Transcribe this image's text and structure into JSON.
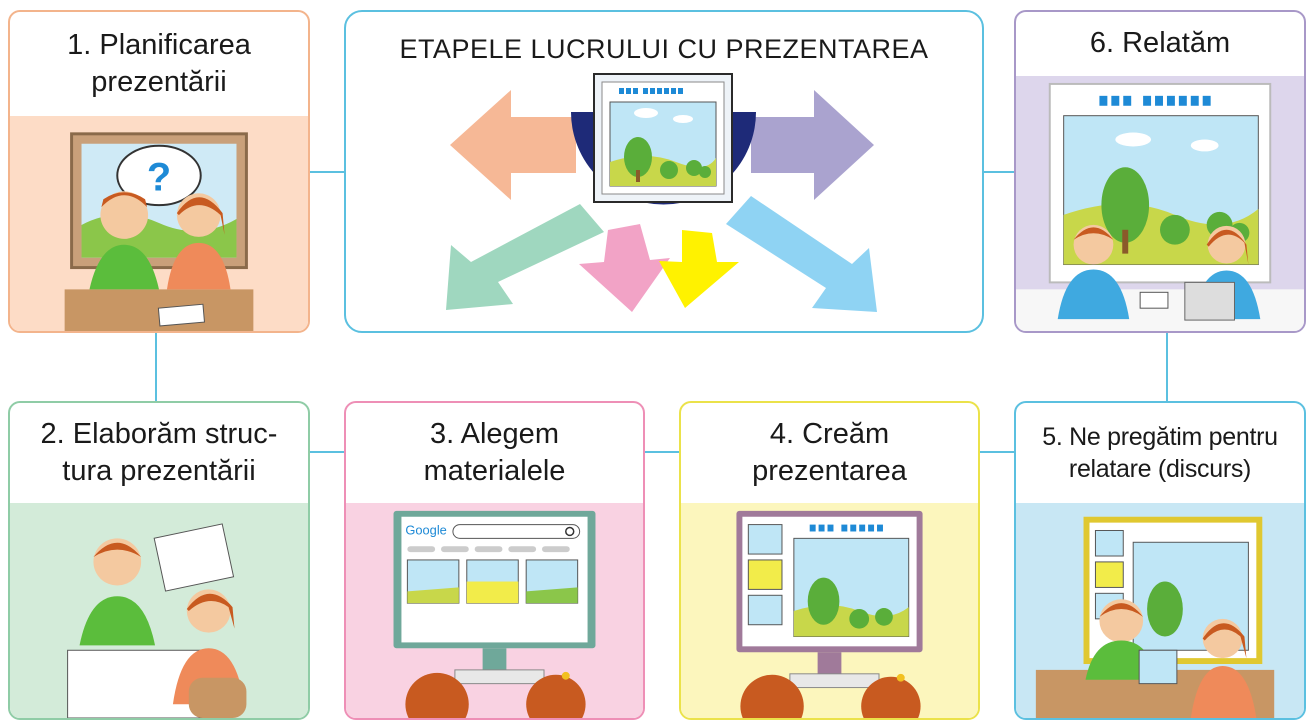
{
  "center": {
    "title": "ETAPELE LUCRULUI CU PREZENTAREA"
  },
  "steps": [
    {
      "title": "1. Planificarea\nprezentării",
      "border": "#f3b48c",
      "fill": "#fddcc6"
    },
    {
      "title": "2. Elaborăm struc-\ntura prezentării",
      "border": "#8fcca6",
      "fill": "#d3ebd9"
    },
    {
      "title": "3. Alegem\nmaterialele",
      "border": "#ee8fb6",
      "fill": "#f9d2e2"
    },
    {
      "title": "4. Creăm\nprezentarea",
      "border": "#ebe24a",
      "fill": "#fcf6bd"
    },
    {
      "title": "5. Ne pregătim pentru\nrelatare (discurs)",
      "border": "#5bc0e0",
      "fill": "#c8e7f4"
    },
    {
      "title": "6. Relatăm",
      "border": "#a898c8",
      "fill": "#ddd6ec"
    }
  ],
  "illustration": {
    "search_brand": "Google"
  },
  "colors": {
    "connector": "#5bc0e0",
    "arrow_peach": "#f6b896",
    "arrow_purple": "#aaa3cf",
    "arrow_green": "#9fd7bf",
    "arrow_pink": "#f2a3c6",
    "arrow_yellow": "#fff200",
    "arrow_blue": "#8fd3f3",
    "hub_navy": "#1e2a78"
  }
}
